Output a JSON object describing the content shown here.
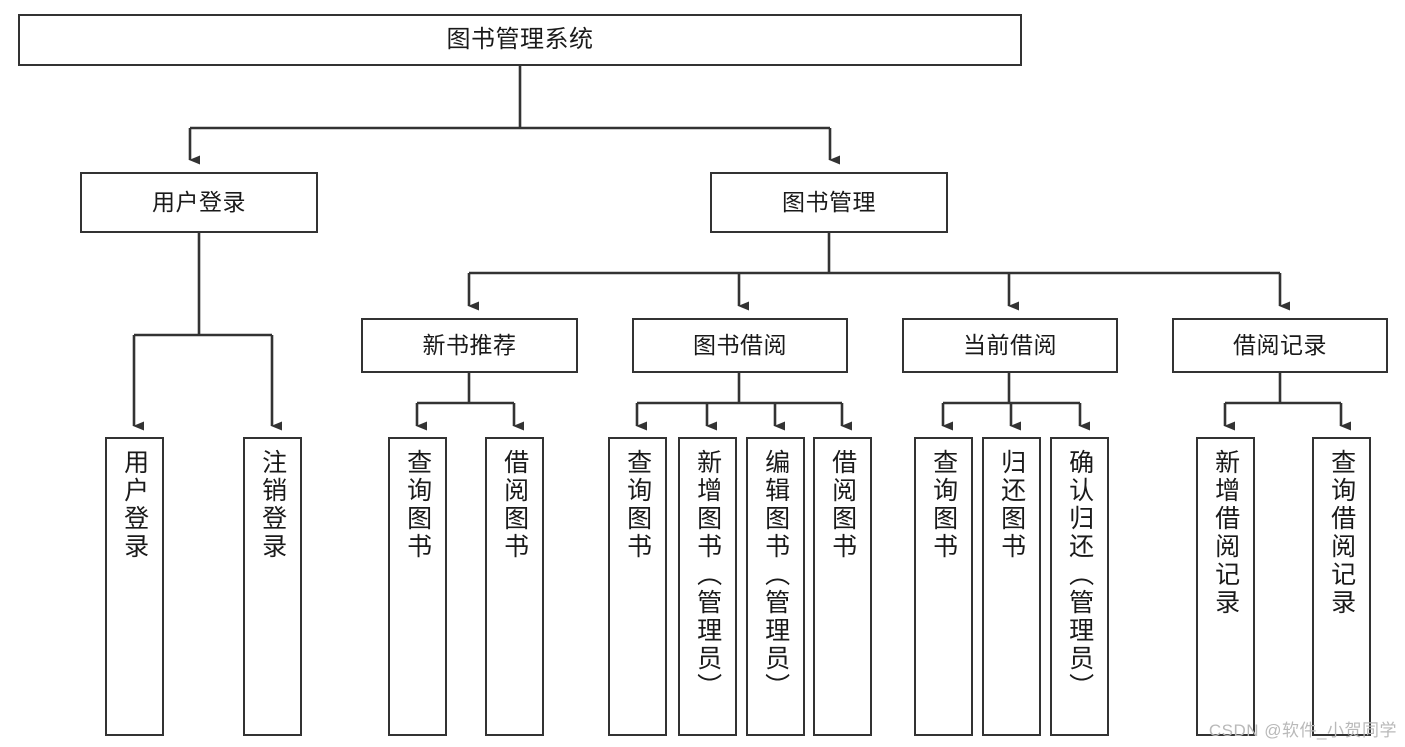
{
  "diagram": {
    "type": "tree-hierarchy-chart",
    "title": "图书管理系统",
    "line_color": "#333333",
    "box_fill": "#ffffff",
    "text_color": "#1a1a1a",
    "watermark": "CSDN @软件_小贺同学"
  },
  "nodes": {
    "root": {
      "label": "图书管理系统"
    },
    "level2": [
      {
        "id": "user-login",
        "label": "用户登录"
      },
      {
        "id": "book-management",
        "label": "图书管理"
      }
    ],
    "level3": [
      {
        "id": "new-book-recommend",
        "label": "新书推荐"
      },
      {
        "id": "book-borrow",
        "label": "图书借阅"
      },
      {
        "id": "current-borrow",
        "label": "当前借阅"
      },
      {
        "id": "borrow-record",
        "label": "借阅记录"
      }
    ],
    "leaves": {
      "user_login": [
        {
          "id": "leaf-user-login",
          "label": "用户登录"
        },
        {
          "id": "leaf-logout-login",
          "label": "注销登录"
        }
      ],
      "new_book_recommend": [
        {
          "id": "leaf-query-book-1",
          "label": "查询图书"
        },
        {
          "id": "leaf-borrow-book-1",
          "label": "借阅图书"
        }
      ],
      "book_borrow": [
        {
          "id": "leaf-query-book-2",
          "label": "查询图书"
        },
        {
          "id": "leaf-add-book",
          "label": "新增图书（管理员）"
        },
        {
          "id": "leaf-edit-book",
          "label": "编辑图书（管理员）"
        },
        {
          "id": "leaf-borrow-book-2",
          "label": "借阅图书"
        }
      ],
      "current_borrow": [
        {
          "id": "leaf-query-book-3",
          "label": "查询图书"
        },
        {
          "id": "leaf-return-book",
          "label": "归还图书"
        },
        {
          "id": "leaf-confirm-return",
          "label": "确认归还（管理员）"
        }
      ],
      "borrow_record": [
        {
          "id": "leaf-add-record",
          "label": "新增借阅记录"
        },
        {
          "id": "leaf-query-record",
          "label": "查询借阅记录"
        }
      ]
    }
  }
}
